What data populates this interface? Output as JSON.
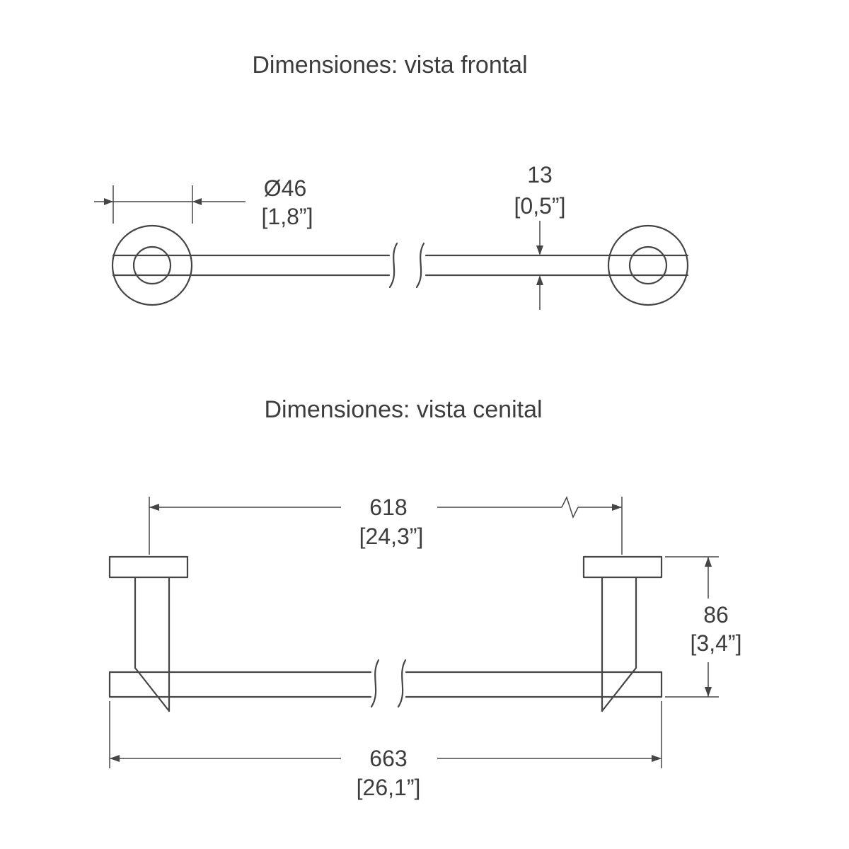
{
  "front_view": {
    "title": "Dimensiones: vista frontal",
    "flange_diameter": {
      "mm": "Ø46",
      "inches": "[1,8”]"
    },
    "bar_diameter": {
      "mm": "13",
      "inches": "[0,5”]"
    }
  },
  "top_view": {
    "title": "Dimensiones: vista cenital",
    "mounting_distance": {
      "mm": "618",
      "inches": "[24,3”]"
    },
    "depth": {
      "mm": "86",
      "inches": "[3,4”]"
    },
    "total_length": {
      "mm": "663",
      "inches": "[26,1”]"
    }
  },
  "colors": {
    "line": "#454545",
    "text": "#3d3d3d",
    "background": "#ffffff"
  }
}
